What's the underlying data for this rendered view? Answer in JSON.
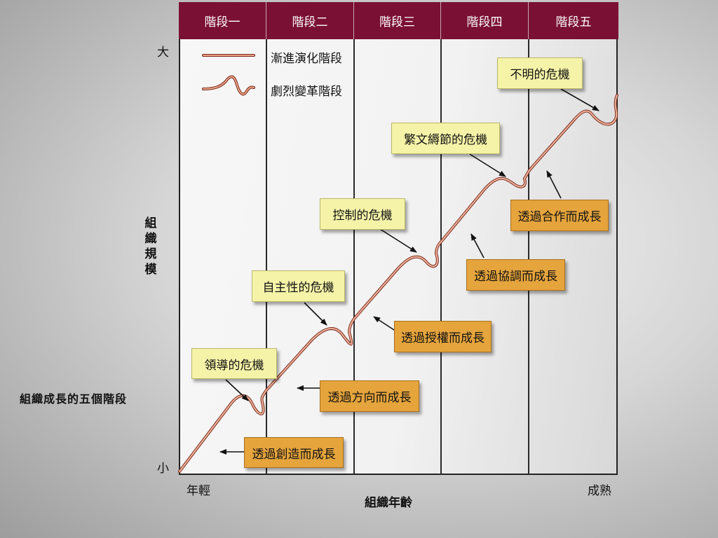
{
  "phases": [
    "階段一",
    "階段二",
    "階段三",
    "階段四",
    "階段五"
  ],
  "axes": {
    "y_max": "大",
    "y_min": "小",
    "y_label": "組織規模",
    "x_start": "年輕",
    "x_end": "成熟",
    "x_label": "組織年齡"
  },
  "legend": {
    "evolution": "漸進演化階段",
    "revolution": "劇烈變革階段"
  },
  "crises": [
    "領導的危機",
    "自主性的危機",
    "控制的危機",
    "繁文縟節的危機",
    "不明的危機"
  ],
  "growth_modes": [
    "透過創造而成長",
    "透過方向而成長",
    "透過授權而成長",
    "透過協調而成長",
    "透過合作而成長"
  ],
  "side_title": "組織成長的五個階段",
  "colors": {
    "header": "#7a1034",
    "crisis_box": "#f5f3a8",
    "growth_box": "#e5a43c",
    "curve": "#d98a6e"
  }
}
